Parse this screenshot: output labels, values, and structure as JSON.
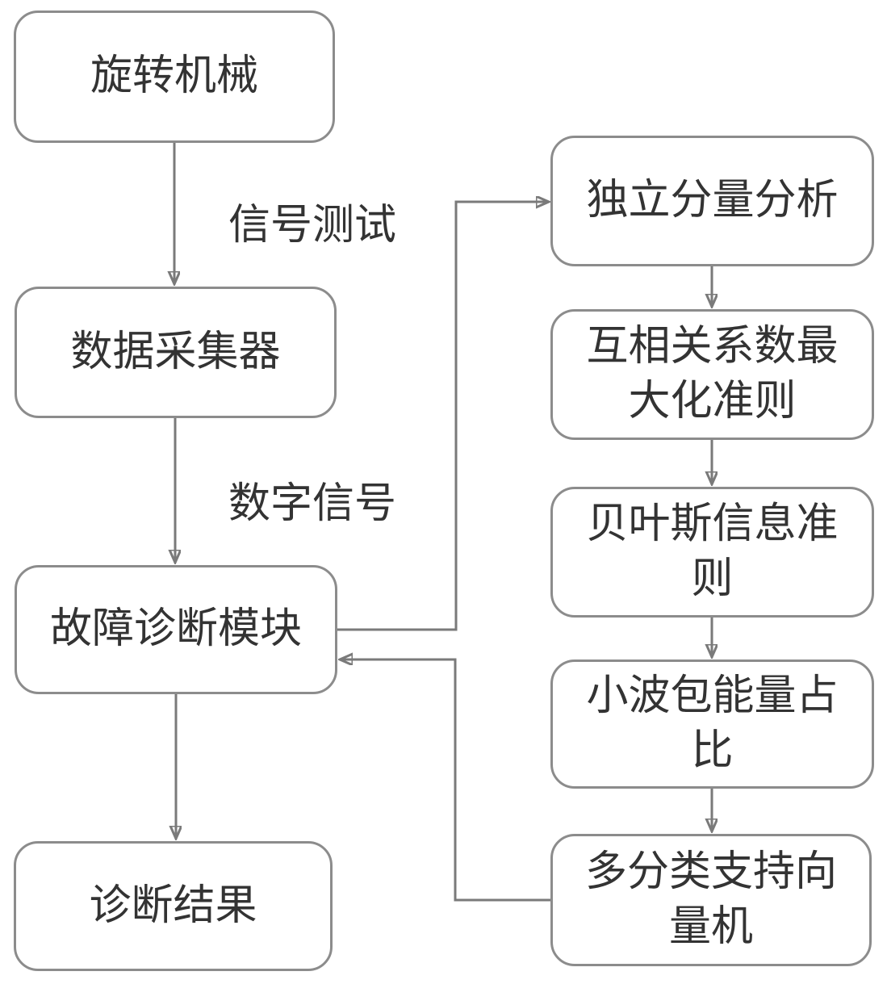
{
  "diagram": {
    "left_column": {
      "rotating_machinery": "旋转机械",
      "data_collector": "数据采集器",
      "fault_diagnosis_module": "故障诊断模块",
      "diagnosis_result": "诊断结果"
    },
    "right_column": {
      "independent_component_analysis": "独立分量分析",
      "cross_correlation_maximization": "互相关系数最大化准则",
      "bayesian_information_criterion": "贝叶斯信息准则",
      "wavelet_packet_energy_ratio": "小波包能量占比",
      "multiclass_svm": "多分类支持向量机"
    },
    "edge_labels": {
      "signal_test": "信号测试",
      "digital_signal": "数字信号"
    },
    "colors": {
      "line": "#7a7a7a",
      "box_border": "#8c8c8c",
      "text": "#333333",
      "background": "#ffffff"
    }
  }
}
